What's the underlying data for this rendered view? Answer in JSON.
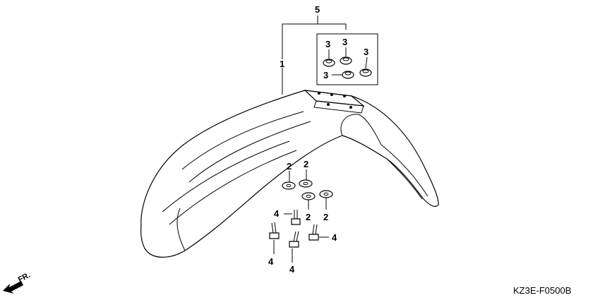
{
  "diagram": {
    "part_code": "KZ3E-F0500B",
    "direction_label": "FR.",
    "callouts": {
      "fender": "1",
      "washer": "2",
      "rubber_grommet": "3",
      "bolt": "4",
      "fender_set": "5"
    }
  }
}
